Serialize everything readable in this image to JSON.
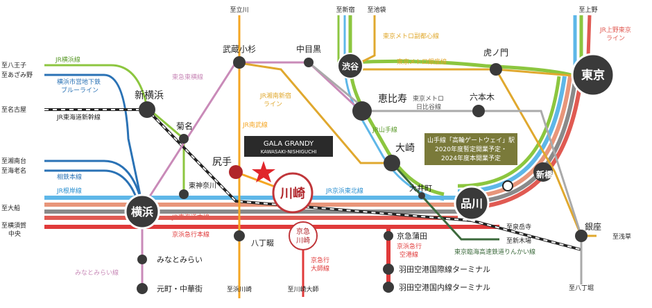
{
  "colors": {
    "jr_negishi": "#5eb7e8",
    "tokaido": "#e05a52",
    "keikyu": "#e03a3a",
    "gray_band": "#8a8a8a",
    "salmon_band": "#e8967a",
    "yamanote": "#8cc63f",
    "yokohama_line": "#8cc63f",
    "blue_line": "#2a72b5",
    "toyoko": "#c98ab8",
    "shonan": "#e0a82e",
    "nambu": "#f5a623",
    "metro": "#e0a82e",
    "hibiya": "#aaaaaa",
    "rinkai": "#3c6a3c",
    "shinkansen": "#222222",
    "property_banner": "#2a2a2a",
    "gateway_box": "#7a7a3a",
    "station_dark": "#3a3a3a"
  },
  "major_stations": {
    "yokohama": "横浜",
    "kawasaki": "川崎",
    "shinagawa": "品川",
    "tokyo": "東京",
    "shibuya": "渋谷",
    "keikyu_kawasaki": "京急\n川崎"
  },
  "stations": {
    "shin_yokohama": "新横浜",
    "kikuna": "菊名",
    "higashi_kanagawa": "東神奈川",
    "musashi_kosugi": "武蔵小杉",
    "nakameguro": "中目黒",
    "ebisu": "恵比寿",
    "osaki": "大崎",
    "toranomon": "虎ノ門",
    "roppongi": "六本木",
    "shimbashi": "新橋",
    "ginza": "銀座",
    "shiride": "尻手",
    "oimachi": "大井町",
    "hatchonawate": "八丁畷",
    "minatomirai": "みなとみらい",
    "motomachi": "元町・中華街",
    "keikyu_kamata": "京急蒲田",
    "haneda_intl": "羽田空港国際線ターミナル",
    "haneda_dom": "羽田空港国内線ターミナル"
  },
  "lines": {
    "jr_yokohama": "JR横浜線",
    "blue_line_1": "横浜市営地下鉄",
    "blue_line_2": "ブルーライン",
    "shinkansen": "JR東海道新幹線",
    "toyoko": "東急東横線",
    "shonan_1": "JR湘南新宿",
    "shonan_2": "ライン",
    "nambu": "JR南武線",
    "sotetsu": "相鉄本線",
    "jr_negishi": "JR根岸線",
    "jr_tokaido": "JR東海道本線",
    "keikyu_main": "京浜急行本線",
    "keihin_tohoku": "JR京浜東北線",
    "fukutoshin": "東京メトロ副都心線",
    "ginza": "東京メトロ銀座線",
    "hibiya_1": "東京メトロ",
    "hibiya_2": "日比谷線",
    "yamanote": "JR山手線",
    "ueno_tokyo_1": "JR上野東京",
    "ueno_tokyo_2": "ライン",
    "rinkai": "東京臨海高速鉄道りんかい線",
    "airport_1": "京浜急行",
    "airport_2": "空港線",
    "daishi_1": "京急行",
    "daishi_2": "大師線",
    "minatomirai": "みなとみらい線"
  },
  "destinations": {
    "hachioji": "至八王子",
    "azamino": "至あざみ野",
    "nagoya": "至名古屋",
    "shonandai": "至湘南台",
    "ebina": "至海老名",
    "ofuna": "至大船",
    "yokosuka": "至横須賀\n中央",
    "tachikawa": "至立川",
    "shinjuku": "至新宿",
    "ikebukuro": "至池袋",
    "ueno": "至上野",
    "izumidake": "至泉岳寺",
    "shinkiba": "至新木場",
    "asakusa": "至浅草",
    "hacchobori": "至八丁堀",
    "hamakawasaki": "至浜川崎",
    "kawasaki_daishi": "至川崎大師"
  },
  "property": {
    "name": "GALA GRANDY",
    "sub": "KAWASAKI-NISHIGUCHI"
  },
  "gateway_note": {
    "line1": "山手線「高輪ゲートウェイ」駅",
    "line2": "2020年度暫定開業予定・",
    "line3": "2024年度本開業予定"
  }
}
